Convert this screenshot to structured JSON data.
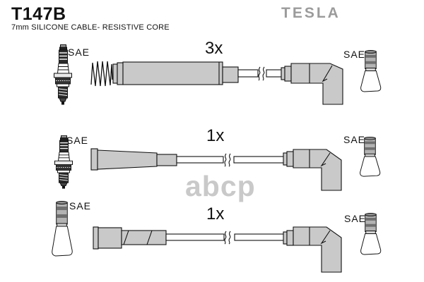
{
  "header": {
    "part_number": "T147B",
    "subtitle": "7mm SILICONE CABLE- RESISTIVE CORE",
    "brand": "TESLA"
  },
  "watermark": {
    "text": "abcp"
  },
  "colors": {
    "boot_gray": "#c9c9c9",
    "terminal_gray": "#b3b3b3",
    "terminal_band_gray": "#6f6f6f",
    "outline": "#111111",
    "brand_gray": "#9b9b9b",
    "watermark_gray": "#c9c9c9",
    "background": "#ffffff"
  },
  "rows": [
    {
      "quantity": "3x",
      "left_label": "SAE",
      "right_label": "SAE",
      "left_icon": "spark-plug-icon",
      "right_icon": "cone-boot-icon",
      "cable_icons": [
        "coil-spring-icon",
        "straight-boot-icon",
        "cable-break-icon",
        "elbow-boot-icon"
      ]
    },
    {
      "quantity": "1x",
      "left_label": "SAE",
      "right_label": "SAE",
      "left_icon": "spark-plug-icon",
      "right_icon": "cone-boot-icon",
      "cable_icons": [
        "straight-boot-icon",
        "cable-break-icon",
        "elbow-boot-icon"
      ]
    },
    {
      "quantity": "1x",
      "left_label": "SAE",
      "right_label": "SAE",
      "left_icon": "cone-boot-icon",
      "right_icon": "cone-boot-icon",
      "cable_icons": [
        "straight-boot-icon",
        "cable-break-icon",
        "elbow-boot-icon"
      ]
    }
  ]
}
